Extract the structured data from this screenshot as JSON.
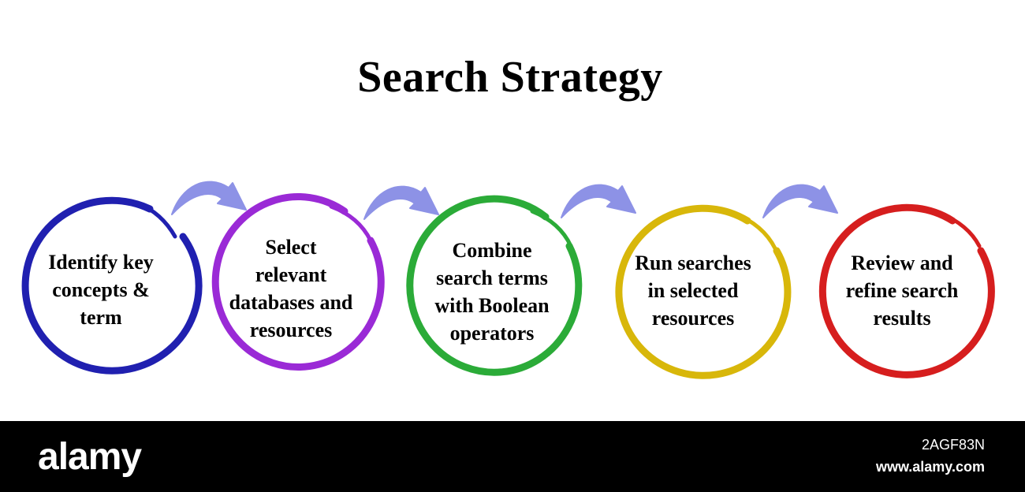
{
  "title": "Search Strategy",
  "steps": [
    {
      "label_lines": [
        "Identify key",
        "concepts &",
        "term"
      ],
      "color": "#2020b0"
    },
    {
      "label_lines": [
        "Select",
        "relevant",
        "databases and",
        "resources"
      ],
      "color": "#9a2ad6"
    },
    {
      "label_lines": [
        "Combine",
        "search terms",
        "with Boolean",
        "operators"
      ],
      "color": "#2bab38"
    },
    {
      "label_lines": [
        "Run searches",
        "in selected",
        "resources"
      ],
      "color": "#d8b70a"
    },
    {
      "label_lines": [
        "Review and",
        "refine search",
        "results"
      ],
      "color": "#d61e1e"
    }
  ],
  "arrow_color": "#8d92e6",
  "watermark": {
    "brand": "alamy",
    "image_id": "2AGF83N",
    "site": "www.alamy.com"
  }
}
